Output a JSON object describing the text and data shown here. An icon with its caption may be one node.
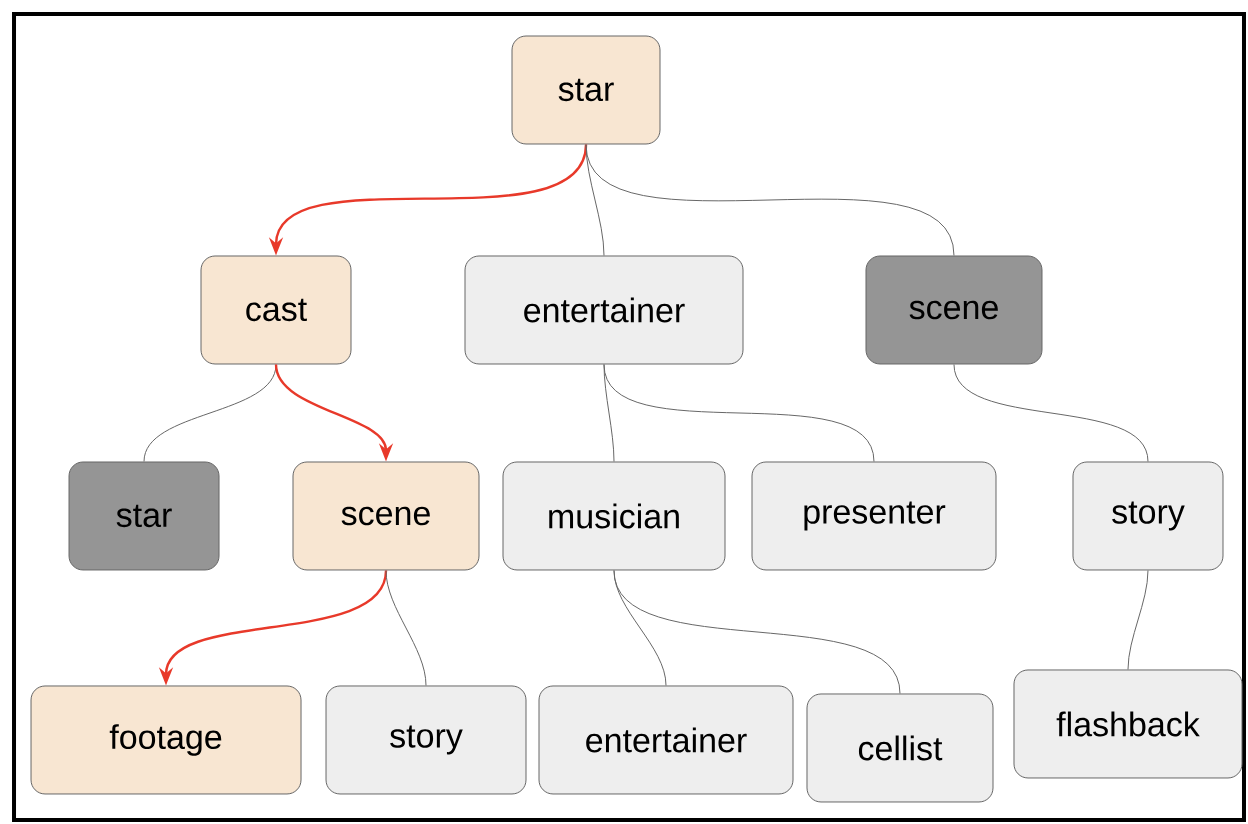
{
  "diagram": {
    "nodes": [
      {
        "text": [
          "star"
        ]
      },
      {
        "text": [
          "cast"
        ]
      },
      {
        "text": [
          "entertainer"
        ]
      },
      {
        "text": [
          "scene"
        ]
      },
      {
        "text": [
          "star"
        ]
      },
      {
        "text": [
          "scene"
        ]
      },
      {
        "text": [
          "musician"
        ]
      },
      {
        "text": [
          "presenter"
        ]
      },
      {
        "text": [
          "story"
        ]
      },
      {
        "text": [
          "footage"
        ]
      },
      {
        "text": [
          "story"
        ]
      },
      {
        "text": [
          "entertainer"
        ]
      },
      {
        "text": [
          "cellist"
        ]
      },
      {
        "text": [
          "flashback"
        ]
      }
    ],
    "edges": [
      {
        "from": 0,
        "to": 1,
        "arrow": "to",
        "color": "#e8392a"
      },
      {
        "from": 0,
        "to": 2,
        "arrow": "none"
      },
      {
        "from": 0,
        "to": 3,
        "arrow": "none"
      },
      {
        "from": 1,
        "to": 4,
        "arrow": "none"
      },
      {
        "from": 1,
        "to": 5,
        "arrow": "to",
        "color": "#e8392a"
      },
      {
        "from": 2,
        "to": 6,
        "arrow": "none"
      },
      {
        "from": 2,
        "to": 7,
        "arrow": "none"
      },
      {
        "from": 3,
        "to": 8,
        "arrow": "none"
      },
      {
        "from": 5,
        "to": 9,
        "arrow": "to",
        "color": "#e8392a"
      },
      {
        "from": 5,
        "to": 10,
        "arrow": "none"
      },
      {
        "from": 6,
        "to": 11,
        "arrow": "none"
      },
      {
        "from": 6,
        "to": 12,
        "arrow": "none"
      },
      {
        "from": 8,
        "to": 13,
        "arrow": "none"
      }
    ]
  }
}
